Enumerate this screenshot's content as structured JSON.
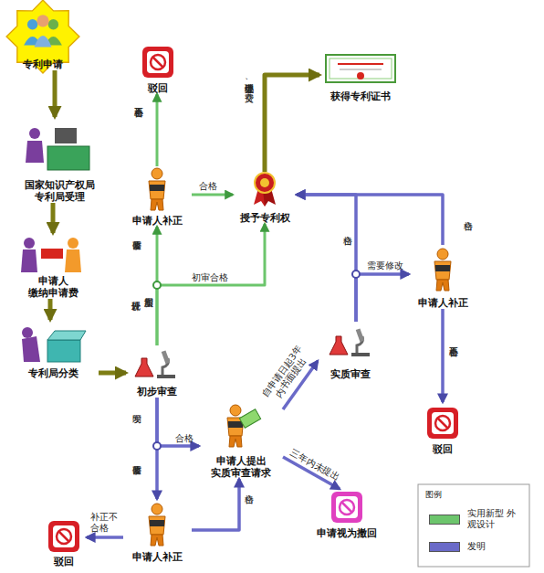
{
  "diagram": {
    "nodes": [
      {
        "text": [
          "专利申请"
        ]
      },
      {
        "text": [
          "国家知识产权局 专利局受理"
        ]
      },
      {
        "text": [
          "申请人 缴纳申请费"
        ]
      },
      {
        "text": [
          "专利局分类"
        ]
      },
      {
        "text": [
          "初步审查"
        ]
      },
      {
        "text": [
          "驳回"
        ]
      },
      {
        "text": [
          "申请人补正"
        ]
      },
      {
        "text": [
          "授予专利权"
        ]
      },
      {
        "text": [
          "获得专利证书"
        ]
      },
      {
        "text": [
          "实质审查"
        ]
      },
      {
        "text": [
          "申请人补正"
        ]
      },
      {
        "text": [
          "驳回"
        ]
      },
      {
        "text": [
          "申请人提出 实质审查请求"
        ]
      },
      {
        "text": [
          "申请视为撤回"
        ]
      },
      {
        "text": [
          "申请人补正"
        ]
      },
      {
        "text": [
          "驳回"
        ]
      }
    ],
    "edges": [
      {
        "from": 0,
        "to": 1,
        "arrow": "to"
      },
      {
        "from": 1,
        "to": 2,
        "arrow": "to"
      },
      {
        "from": 2,
        "to": 3,
        "arrow": "to"
      },
      {
        "from": 3,
        "to": 4,
        "arrow": "to"
      },
      {
        "from": 4,
        "to": 6,
        "arrow": "to",
        "label": "需要修改"
      },
      {
        "from": 4,
        "to": 7,
        "arrow": "to",
        "label": "初审合格"
      },
      {
        "from": 6,
        "to": 5,
        "arrow": "to",
        "label": "补正不合格"
      },
      {
        "from": 6,
        "to": 7,
        "arrow": "to",
        "label": "合格"
      },
      {
        "from": 7,
        "to": 8,
        "arrow": "to",
        "label": "办理登记手续、交费"
      },
      {
        "from": 4,
        "to": 12,
        "arrow": "to",
        "label": "合格"
      },
      {
        "from": 4,
        "to": 14,
        "arrow": "to",
        "label": "需要修改"
      },
      {
        "from": 14,
        "to": 15,
        "arrow": "to",
        "label": "补正不合格"
      },
      {
        "from": 14,
        "to": 12,
        "arrow": "to",
        "label": "合格"
      },
      {
        "from": 12,
        "to": 9,
        "arrow": "to",
        "label": "自申请日起3年内书面提出"
      },
      {
        "from": 12,
        "to": 13,
        "arrow": "to",
        "label": "三年内未提出"
      },
      {
        "from": 9,
        "to": 7,
        "arrow": "to",
        "label": "合格"
      },
      {
        "from": 9,
        "to": 10,
        "arrow": "to",
        "label": "需要修改"
      },
      {
        "from": 10,
        "to": 7,
        "arrow": "to",
        "label": "合格"
      },
      {
        "from": 10,
        "to": 11,
        "arrow": "to",
        "label": "补正不合格"
      }
    ],
    "labels": [
      "实用新型",
      "外观设计",
      "发明",
      "图例"
    ],
    "legend": [
      {
        "text": "实用新型 外观设计",
        "color": "#6cc56c"
      },
      {
        "text": "发明",
        "color": "#6a6ac8"
      }
    ]
  }
}
